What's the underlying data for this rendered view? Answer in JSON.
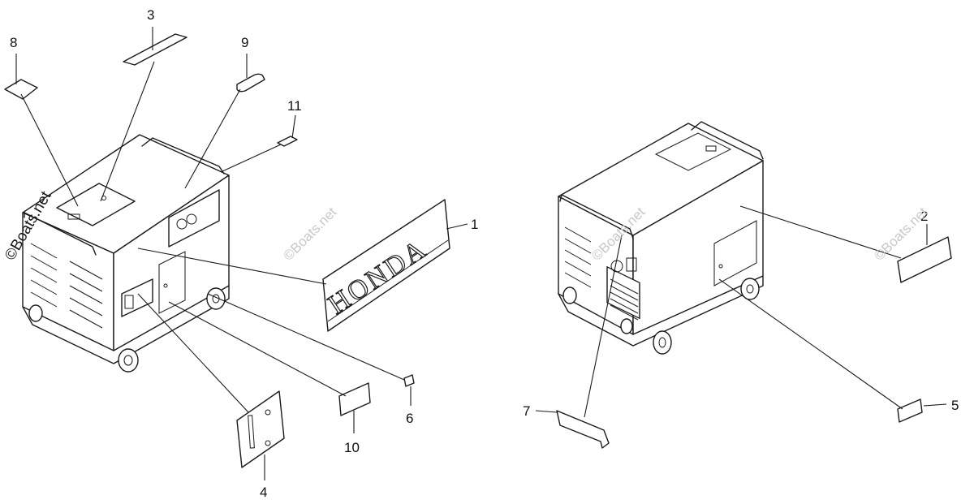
{
  "diagram": {
    "callouts": [
      "1",
      "2",
      "3",
      "4",
      "5",
      "6",
      "7",
      "8",
      "9",
      "10",
      "11"
    ],
    "decal_text": "HONDA",
    "watermark": "©Boats.net"
  },
  "colors": {
    "line": "#1a1a1a",
    "background": "#ffffff",
    "watermark": "#c8c8c8"
  }
}
